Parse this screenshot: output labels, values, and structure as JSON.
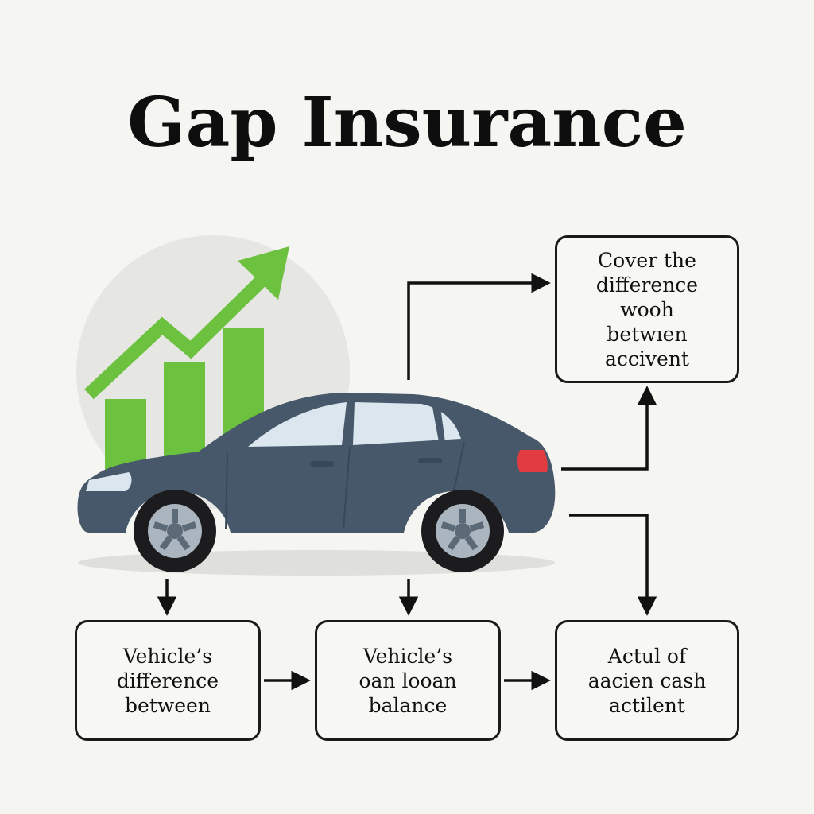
{
  "title": "Gap Insurance",
  "boxes": {
    "top_right": {
      "lines": [
        "Cover the",
        "difference",
        "wooh",
        "betwıen",
        "accivent"
      ]
    },
    "bottom_left": {
      "lines": [
        "Vehicle’s",
        "difference",
        "between"
      ]
    },
    "bottom_middle": {
      "lines": [
        "Vehicle’s",
        "oan looan",
        "balance"
      ]
    },
    "bottom_right": {
      "lines": [
        "Actul of",
        "aacien cash",
        "actilent"
      ]
    }
  },
  "colors": {
    "background": "#f5f5f2",
    "chart_green": "#6cc23e",
    "car_body": "#46586a",
    "outline": "#1a1a1a"
  },
  "icons": [
    "growth-chart-icon",
    "car-icon",
    "arrow-icon"
  ]
}
